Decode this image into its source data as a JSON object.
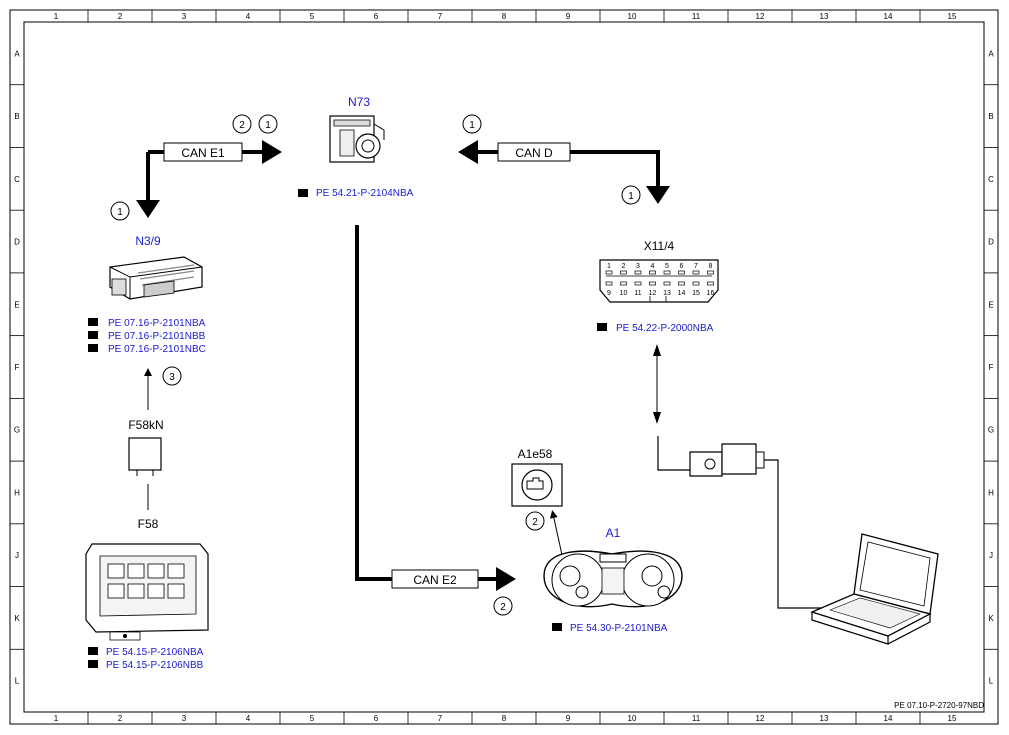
{
  "grid": {
    "columns": [
      "1",
      "2",
      "3",
      "4",
      "5",
      "6",
      "7",
      "8",
      "9",
      "10",
      "11",
      "12",
      "13",
      "14",
      "15"
    ],
    "rows": [
      "A",
      "B",
      "C",
      "D",
      "E",
      "F",
      "G",
      "H",
      "J",
      "K",
      "L"
    ]
  },
  "components": {
    "n73": {
      "label": "N73",
      "refs": [
        "PE 54.21-P-2104NBA"
      ]
    },
    "n39": {
      "label": "N3/9",
      "refs": [
        "PE 07.16-P-2101NBA",
        "PE 07.16-P-2101NBB",
        "PE 07.16-P-2101NBC"
      ]
    },
    "x114": {
      "label": "X11/4",
      "refs": [
        "PE 54.22-P-2000NBA"
      ],
      "pins_top": [
        "1",
        "2",
        "3",
        "4",
        "5",
        "6",
        "7",
        "8"
      ],
      "pins_bottom": [
        "9",
        "10",
        "11",
        "12",
        "13",
        "14",
        "15",
        "16"
      ]
    },
    "f58kn": {
      "label": "F58kN"
    },
    "f58": {
      "label": "F58",
      "refs": [
        "PE 54.15-P-2106NBA",
        "PE 54.15-P-2106NBB"
      ]
    },
    "a1e58": {
      "label": "A1e58"
    },
    "a1": {
      "label": "A1",
      "refs": [
        "PE 54.30-P-2101NBA"
      ]
    }
  },
  "buses": {
    "can_e1": "CAN E1",
    "can_d": "CAN D",
    "can_e2": "CAN E2"
  },
  "badges": {
    "b2_top": "2",
    "b1_top": "1",
    "b1_can_d": "1",
    "b1_left": "1",
    "b1_right": "1",
    "b3": "3",
    "b2_a1e58": "2",
    "b2_can_e2": "2"
  },
  "footer": {
    "doc_id": "PE 07.10-P-2720-97NBD"
  }
}
